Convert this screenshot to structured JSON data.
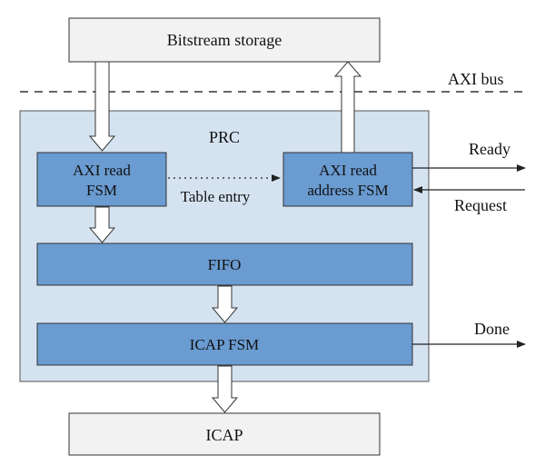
{
  "labels": {
    "bitstream_storage": "Bitstream storage",
    "axi_bus": "AXI bus",
    "prc": "PRC",
    "axi_read_fsm_line1": "AXI read",
    "axi_read_fsm_line2": "FSM",
    "axi_read_address_fsm_line1": "AXI read",
    "axi_read_address_fsm_line2": "address FSM",
    "table_entry": "Table entry",
    "ready": "Ready",
    "request": "Request",
    "fifo": "FIFO",
    "icap_fsm": "ICAP FSM",
    "done": "Done",
    "icap": "ICAP"
  },
  "colors": {
    "prc_fill": "#d5e3f0",
    "block_fill": "#6a9bd1",
    "outer_box_fill": "#f2f2f2",
    "stroke": "#333333"
  }
}
